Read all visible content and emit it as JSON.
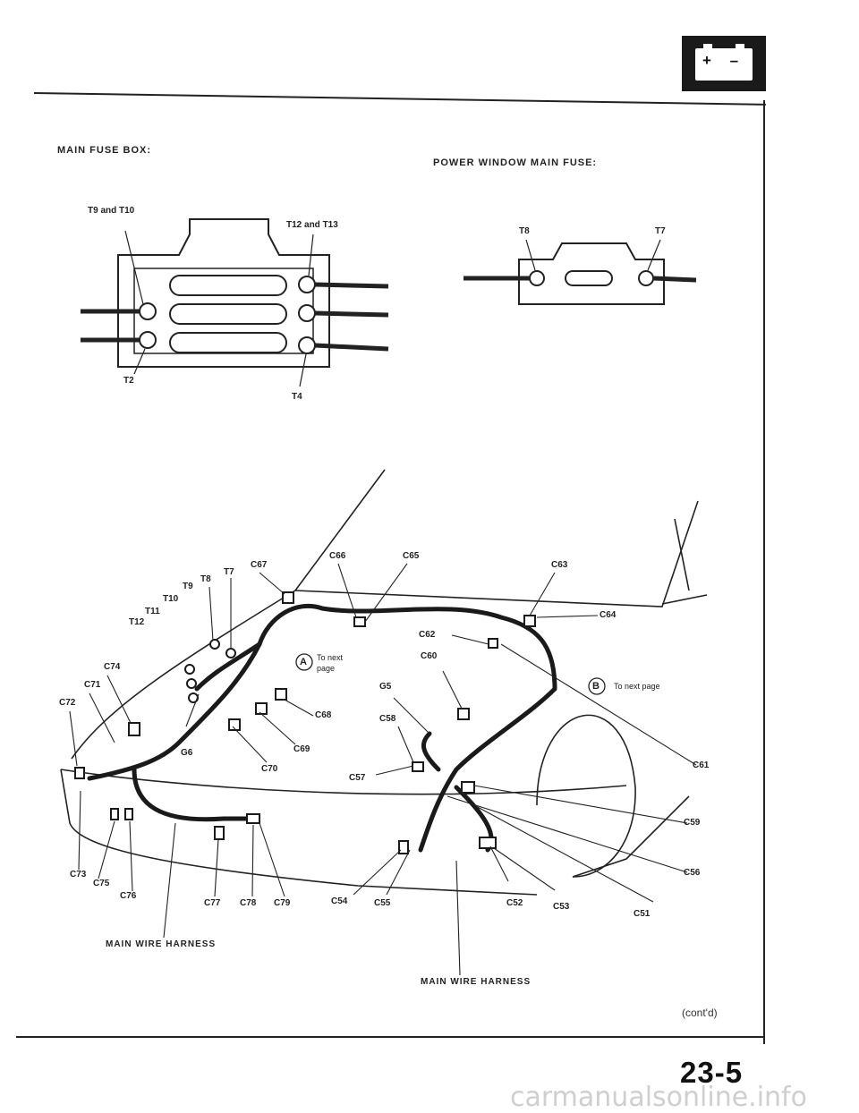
{
  "battery_icon": {
    "symbol": "+ –"
  },
  "main_fuse_box": {
    "title": "MAIN FUSE BOX:",
    "labels": {
      "t9_t10": "T9 and T10",
      "t12_t13": "T12 and T13",
      "t2": "T2",
      "t4": "T4"
    }
  },
  "power_window_fuse": {
    "title": "POWER WINDOW MAIN FUSE:",
    "labels": {
      "t8": "T8",
      "t7": "T7"
    }
  },
  "harness_labels": {
    "c67": "C67",
    "c66": "C66",
    "c65": "C65",
    "c63": "C63",
    "c64": "C64",
    "t7": "T7",
    "t8": "T8",
    "t9": "T9",
    "t10": "T10",
    "t11": "T11",
    "t12": "T12",
    "c74": "C74",
    "c71": "C71",
    "c72": "C72",
    "c62": "C62",
    "c60": "C60",
    "g5": "G5",
    "c68": "C68",
    "c58": "C58",
    "c69": "C69",
    "g6": "G6",
    "c70": "C70",
    "c57": "C57",
    "c61": "C61",
    "c59": "C59",
    "c56": "C56",
    "c73": "C73",
    "c75": "C75",
    "c76": "C76",
    "c77": "C77",
    "c78": "C78",
    "c79": "C79",
    "c54": "C54",
    "c55": "C55",
    "c52": "C52",
    "c53": "C53",
    "c51": "C51"
  },
  "callouts": {
    "a_letter": "A",
    "a_text_line1": "To next",
    "a_text_line2": "page",
    "b_letter": "B",
    "b_text": "To next page"
  },
  "harness_names": {
    "left": "MAIN WIRE HARNESS",
    "right": "MAIN WIRE HARNESS"
  },
  "footer": {
    "contd": "(cont'd)",
    "page_number": "23-5",
    "watermark": "carmanualsonline.info"
  }
}
